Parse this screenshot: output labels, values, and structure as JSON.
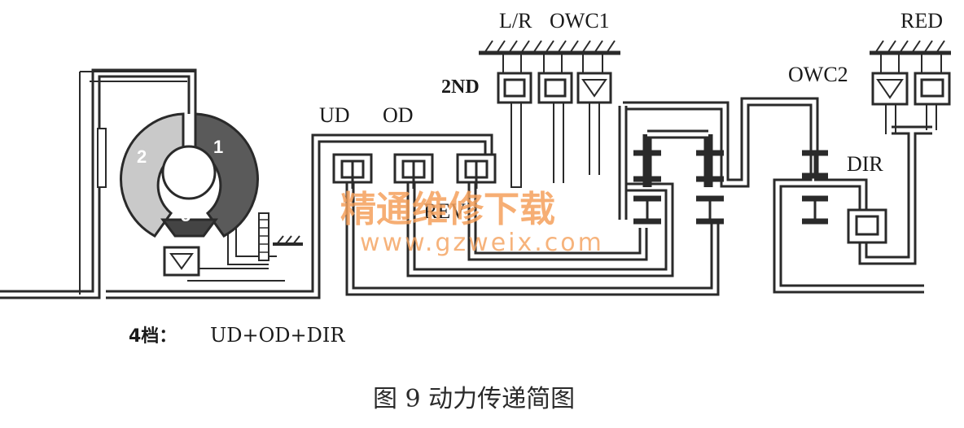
{
  "labels": {
    "lr": "L/R",
    "owc1": "OWC1",
    "red": "RED",
    "owc2": "OWC2",
    "second": "2ND",
    "ud": "UD",
    "od": "OD",
    "rev": "REV",
    "dir": "DIR"
  },
  "converter_sections": [
    "1",
    "2",
    "3"
  ],
  "watermark": {
    "chinese": "精通维修下载",
    "url": "www.gzweix.com"
  },
  "note": {
    "gear": "4档：",
    "formula": "UD+OD+DIR"
  },
  "caption": "图 9   动力传递简图"
}
